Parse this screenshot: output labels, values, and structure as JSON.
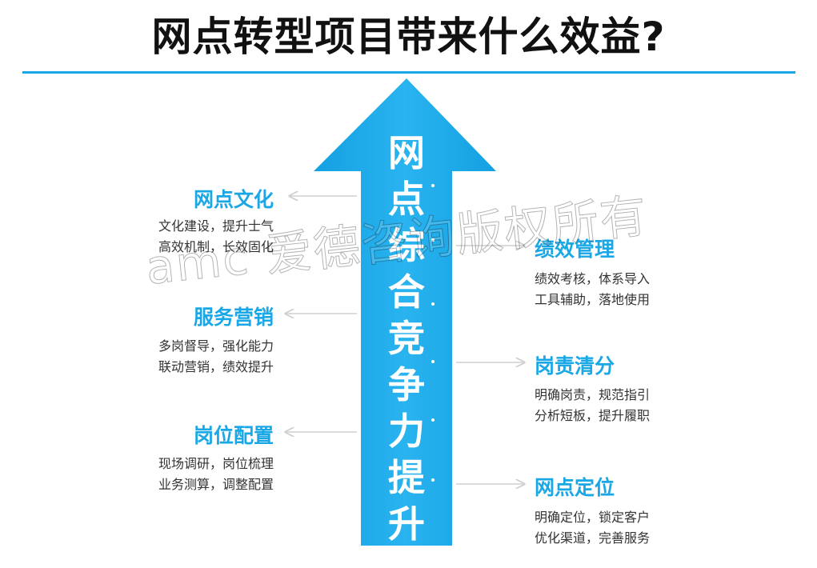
{
  "title": "网点转型项目带来什么效益?",
  "center": {
    "chars": [
      "网",
      "点",
      "综",
      "合",
      "竞",
      "争",
      "力",
      "提",
      "升"
    ]
  },
  "left_items": [
    {
      "title": "网点文化",
      "lines": [
        "文化建设，提升士气",
        "高效机制，长效固化"
      ]
    },
    {
      "title": "服务营销",
      "lines": [
        "多岗督导，强化能力",
        "联动营销，绩效提升"
      ]
    },
    {
      "title": "岗位配置",
      "lines": [
        "现场调研，岗位梳理",
        "业务测算，调整配置"
      ]
    }
  ],
  "right_items": [
    {
      "title": "绩效管理",
      "lines": [
        "绩效考核，体系导入",
        "工具辅助，落地使用"
      ]
    },
    {
      "title": "岗责清分",
      "lines": [
        "明确岗责，规范指引",
        "分析短板，提升履职"
      ]
    },
    {
      "title": "网点定位",
      "lines": [
        "明确定位，锁定客户",
        "优化渠道，完善服务"
      ]
    }
  ],
  "watermark": "amc 爱德咨询版权所有",
  "colors": {
    "accent": "#1aa7e6",
    "arrow": "#1aa7e6",
    "connector": "#cfcfcf"
  }
}
